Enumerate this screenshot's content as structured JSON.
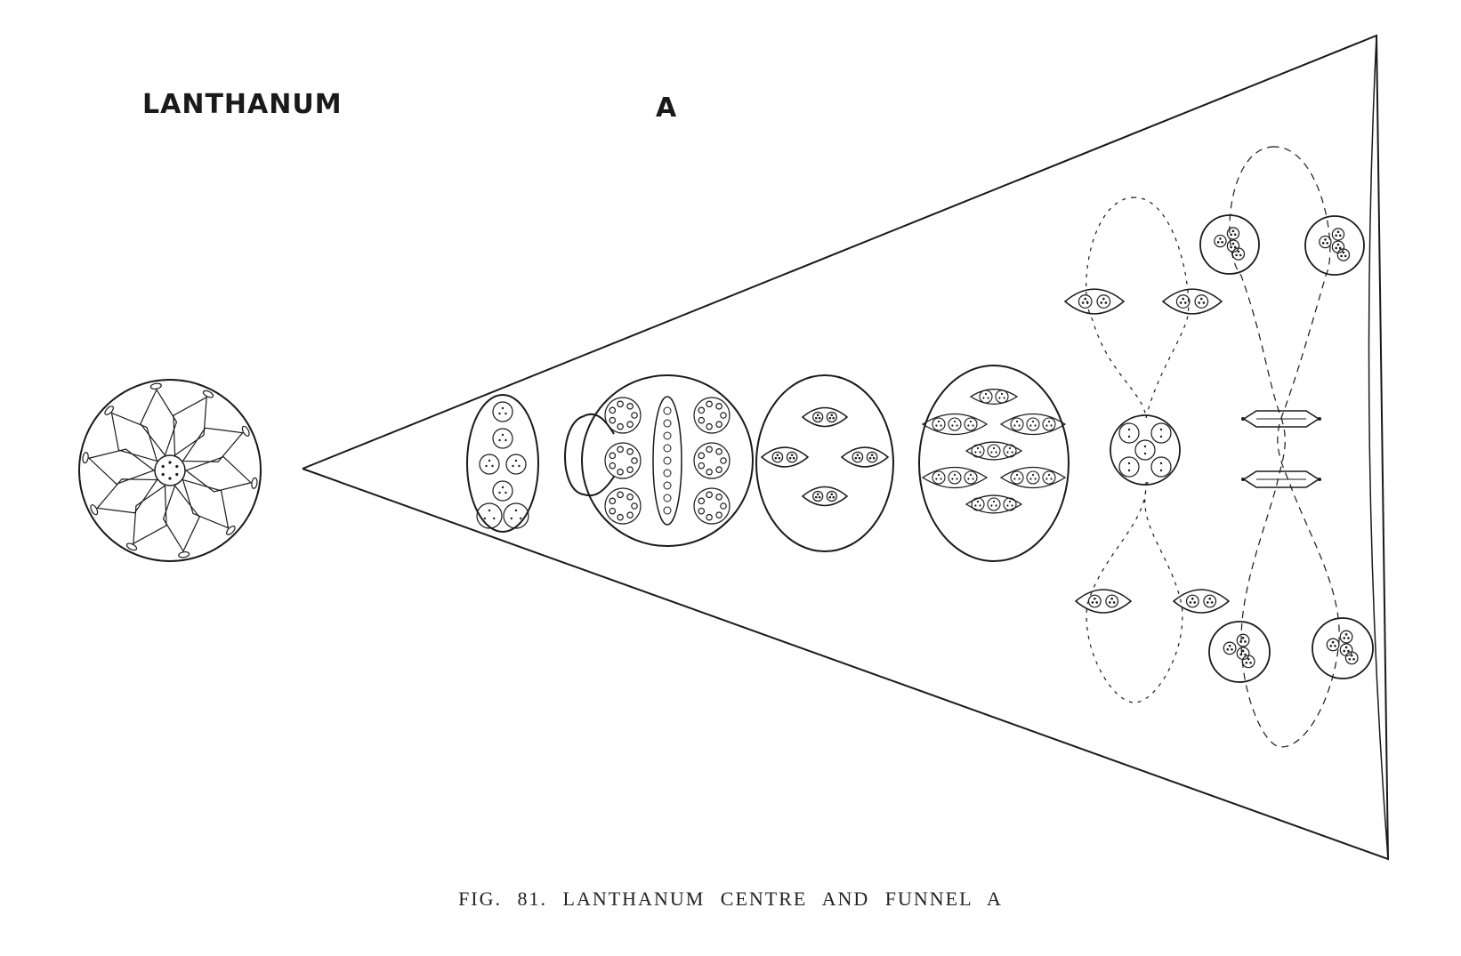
{
  "labels": {
    "element_name": "LANTHANUM",
    "funnel_letter": "A",
    "caption": "FIG. 81. LANTHANUM CENTRE AND FUNNEL A"
  },
  "colors": {
    "ink": "#1a1a1a",
    "paper": "#ffffff"
  }
}
